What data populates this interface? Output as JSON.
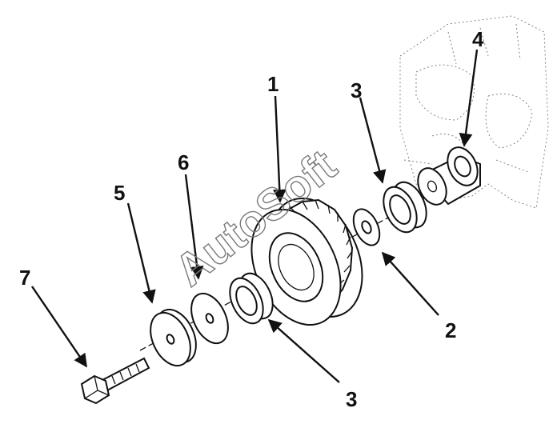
{
  "watermark": "AutoSoft",
  "callouts": {
    "gear": "1",
    "washer_right": "2",
    "bearing_right": "3",
    "bearing_left": "3",
    "shaft_sleeve": "4",
    "outer_washer": "5",
    "thrust_washer": "6",
    "bolt": "7"
  }
}
